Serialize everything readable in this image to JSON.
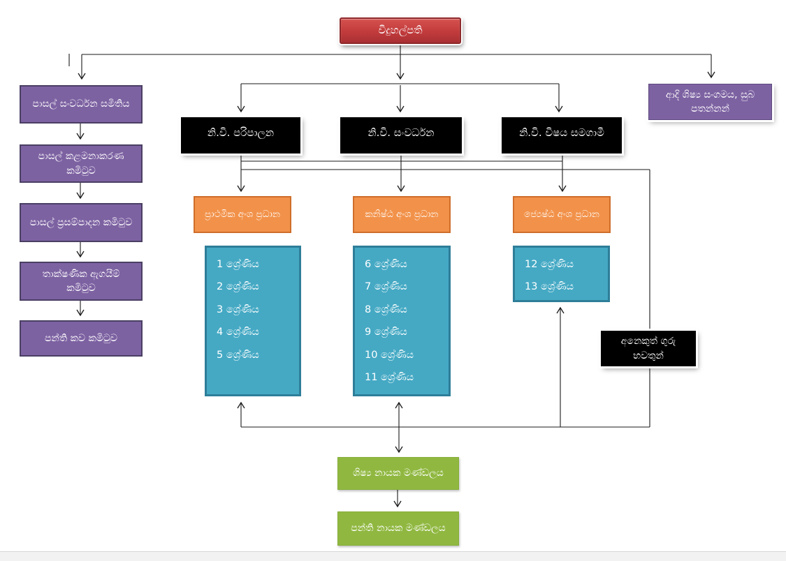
{
  "diagram": {
    "type": "org-chart",
    "language": "Sinhala",
    "colors": {
      "principal": "#c23b3c",
      "committee": "#7d62a2",
      "deputy": "#000000",
      "section_head": "#f2924a",
      "grades": "#45a9c4",
      "leaders": "#90b841",
      "connector": "#1a1a1a",
      "background": "#ffffff",
      "bottom_strip": "#f2f2f2"
    },
    "nodes": {
      "principal": "විදුහල්පති",
      "left_committees": [
        "පාසල් සංවර්ධන සමිතිය",
        "පාසල් කළමනාකරණ කමිටුව",
        "පාසල් ප්‍රසම්පාදන කමිටුව",
        "තාක්ෂණික ඇගයීම් කමිටුව",
        "පන්ති කව කමිටුව"
      ],
      "alumni": "ආදි ශිෂ්‍ය සංගමය, සුබ පතන්නන්",
      "deputies": [
        "නි.වි. පරිපාලන",
        "නි.වි. සංවර්ධන",
        "නි.වි. විෂය සමගාමී"
      ],
      "section_heads": [
        "ප්‍රාථමික අංශ ප්‍රධාන",
        "කනිෂ්ඨ අංශ ප්‍රධාන",
        "ජ්‍යෙෂ්ඨ අංශ ප්‍රධාන"
      ],
      "grade_groups": [
        [
          "1 ශ්‍රේණිය",
          "2 ශ්‍රේණිය",
          "3 ශ්‍රේණිය",
          "4 ශ්‍රේණිය",
          "5 ශ්‍රේණිය"
        ],
        [
          "6 ශ්‍රේණිය",
          "7 ශ්‍රේණිය",
          "8 ශ්‍රේණිය",
          "9 ශ්‍රේණිය",
          "10 ශ්‍රේණිය",
          "11 ශ්‍රේණිය"
        ],
        [
          "12 ශ්‍රේණිය",
          "13 ශ්‍රේණිය"
        ]
      ],
      "other_teachers": "අනෙකුත් ගුරු භවතුන්",
      "student_leader_board": "ශිෂ්‍ය නායක මණ්ඩලය",
      "class_leader_board": "පන්ති නායක මණ්ඩලය"
    }
  }
}
